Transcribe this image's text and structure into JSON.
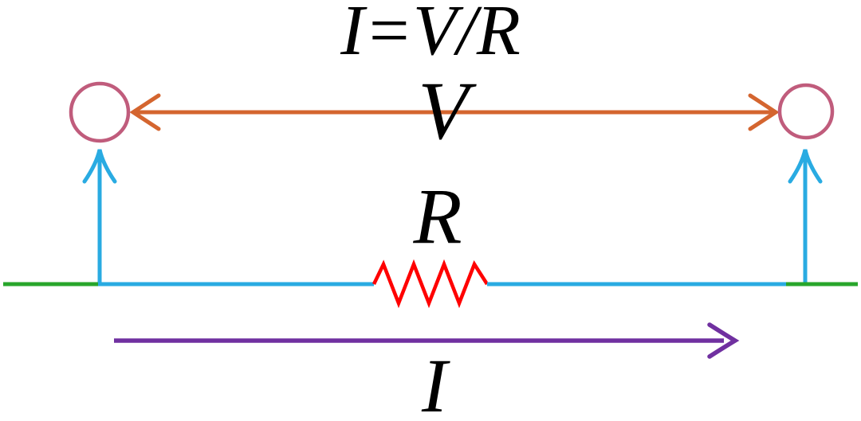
{
  "title": {
    "formula": "I=V/R"
  },
  "labels": {
    "voltage": "V",
    "resistance": "R",
    "current": "I"
  },
  "colors": {
    "background": "#ffffff",
    "text": "#000000",
    "terminal": "#c05c7c",
    "voltage_arrow": "#d4652f",
    "probe_arrow": "#29abe2",
    "wire_green": "#28a62b",
    "wire_cyan": "#29abe2",
    "resistor": "#ff0000",
    "current_arrow": "#7030a0"
  }
}
